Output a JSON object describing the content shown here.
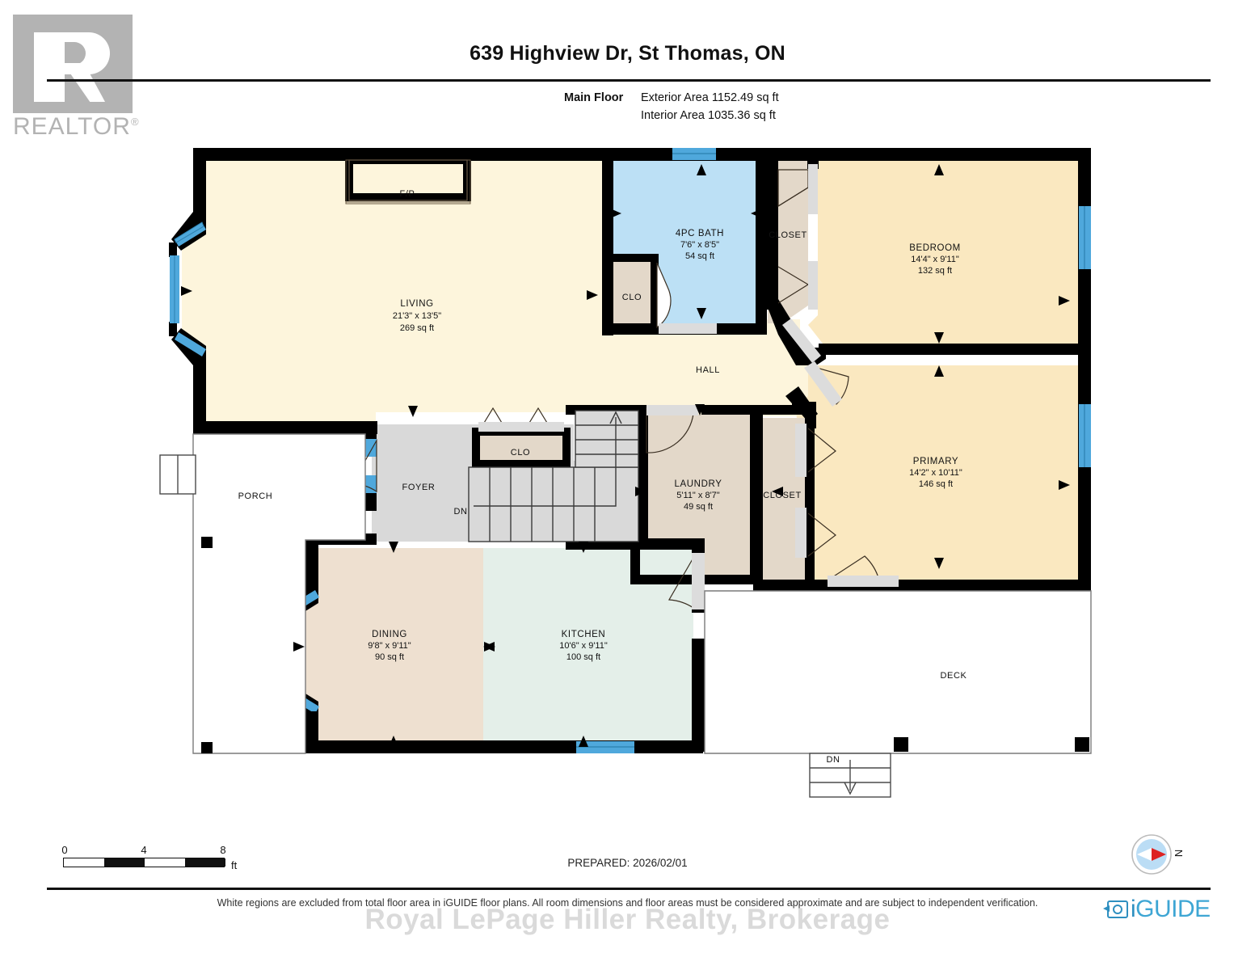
{
  "branding": {
    "realtor_logo_text": "REALTOR",
    "realtor_registered": "®",
    "iguide_label": "iGUIDE",
    "iguide_i": "i",
    "watermark": "Royal LePage Hiller Realty, Brokerage"
  },
  "header": {
    "title": "639 Highview Dr, St Thomas, ON",
    "floor_label": "Main Floor",
    "exterior_area": "Exterior Area 1152.49 sq ft",
    "interior_area": "Interior Area 1035.36 sq ft"
  },
  "footer": {
    "scale_ticks": [
      "0",
      "4",
      "8"
    ],
    "scale_unit": "ft",
    "prepared": "PREPARED: 2026/02/01",
    "compass_north": "N",
    "disclaimer": "White regions are excluded from total floor area in iGUIDE floor plans. All room dimensions and floor areas must be considered approximate and are subject to independent verification."
  },
  "colors": {
    "living": "#FDF5DC",
    "bath": "#BCE0F5",
    "bedroom": "#FAE8C0",
    "closet": "#E3D8C9",
    "dining": "#EEE0D0",
    "kitchen": "#E4EFE9",
    "foyer": "#D9D9D9",
    "wall": "#000000",
    "window": "#4FA8DC",
    "door_swing": "#DDDDDD",
    "outside": "#FFFFFF",
    "accent_blue": "#3EA6D4"
  },
  "rooms": [
    {
      "id": "living",
      "name": "LIVING",
      "dim": "21'3\" x 13'5\"",
      "area": "269 sq ft"
    },
    {
      "id": "bath",
      "name": "4PC BATH",
      "dim": "7'6\" x 8'5\"",
      "area": "54 sq ft"
    },
    {
      "id": "bedroom",
      "name": "BEDROOM",
      "dim": "14'4\" x 9'11\"",
      "area": "132 sq ft"
    },
    {
      "id": "primary",
      "name": "PRIMARY",
      "dim": "14'2\" x 10'11\"",
      "area": "146 sq ft"
    },
    {
      "id": "laundry",
      "name": "LAUNDRY",
      "dim": "5'11\" x 8'7\"",
      "area": "49 sq ft"
    },
    {
      "id": "dining",
      "name": "DINING",
      "dim": "9'8\" x 9'11\"",
      "area": "90 sq ft"
    },
    {
      "id": "kitchen",
      "name": "KITCHEN",
      "dim": "10'6\" x 9'11\"",
      "area": "100 sq ft"
    }
  ],
  "labels": {
    "fireplace": "F/P",
    "closet_bath": "CLO",
    "closet_bedroom": "CLOSET",
    "closet_primary": "CLOSET",
    "closet_foyer": "CLO",
    "hall": "HALL",
    "foyer": "FOYER",
    "porch": "PORCH",
    "deck": "DECK",
    "stairs_down_interior": "DN",
    "stairs_down_deck": "DN"
  }
}
